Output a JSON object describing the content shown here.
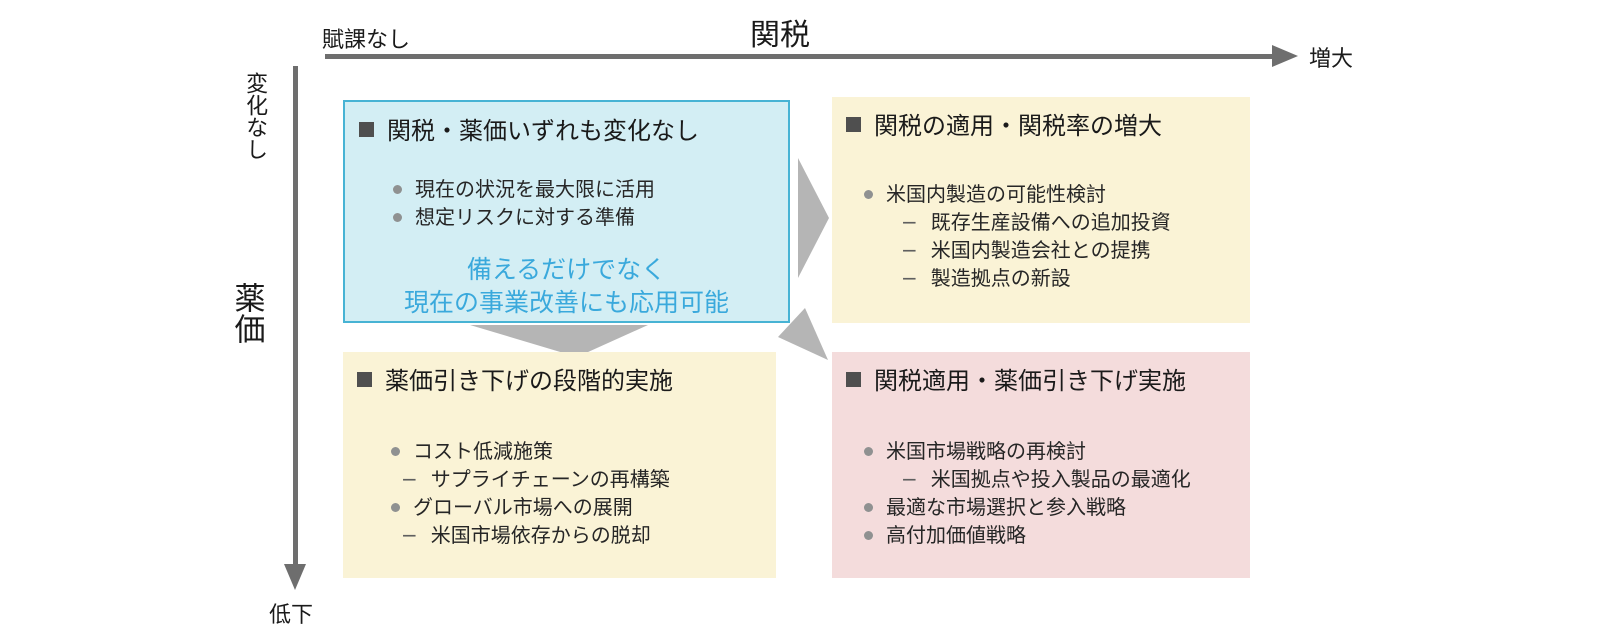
{
  "axes": {
    "tariff": {
      "title": "関税",
      "min_label": "賦課なし",
      "max_label": "増大"
    },
    "price": {
      "title": "薬価",
      "min_label": "変化なし",
      "max_label": "低下"
    }
  },
  "quadrants": {
    "no_change": {
      "title": "関税・薬価いずれも変化なし",
      "bullets": [
        "現在の状況を最大限に活用",
        "想定リスクに対する準備"
      ],
      "note_lines": [
        "備えるだけでなく",
        "現在の事業改善にも応用可能"
      ]
    },
    "tariff_applied": {
      "title": "関税の適用・関税率の増大",
      "bullets": [
        {
          "text": "米国内製造の可能性検討",
          "subs": [
            "既存生産設備への追加投資",
            "米国内製造会社との提携",
            "製造拠点の新設"
          ]
        }
      ]
    },
    "price_cut": {
      "title": "薬価引き下げの段階的実施",
      "bullets": [
        {
          "text": "コスト低減施策",
          "subs": [
            "サプライチェーンの再構築"
          ]
        },
        {
          "text": "グローバル市場への展開",
          "subs": [
            "米国市場依存からの脱却"
          ]
        }
      ]
    },
    "both_applied": {
      "title": "関税適用・薬価引き下げ実施",
      "bullets": [
        {
          "text": "米国市場戦略の再検討",
          "subs": [
            "米国拠点や投入製品の最適化"
          ]
        },
        {
          "text": "最適な市場選択と参入戦略",
          "subs": []
        },
        {
          "text": "高付加価値戦略",
          "subs": []
        }
      ]
    }
  },
  "ui": {
    "dash_marker": "−"
  },
  "colors": {
    "cyan_fill": "#d3eef4",
    "cyan_border": "#47b3d4",
    "cream_fill": "#faf3d6",
    "pink_fill": "#f4dcdc",
    "arrow_gray": "#b5b5b5",
    "axis_gray": "#6e6e6e",
    "blue_text": "#3aa9dc",
    "square_dark": "#4f4f4f",
    "body_text": "#262626",
    "bullet_gray": "#8f9191"
  }
}
